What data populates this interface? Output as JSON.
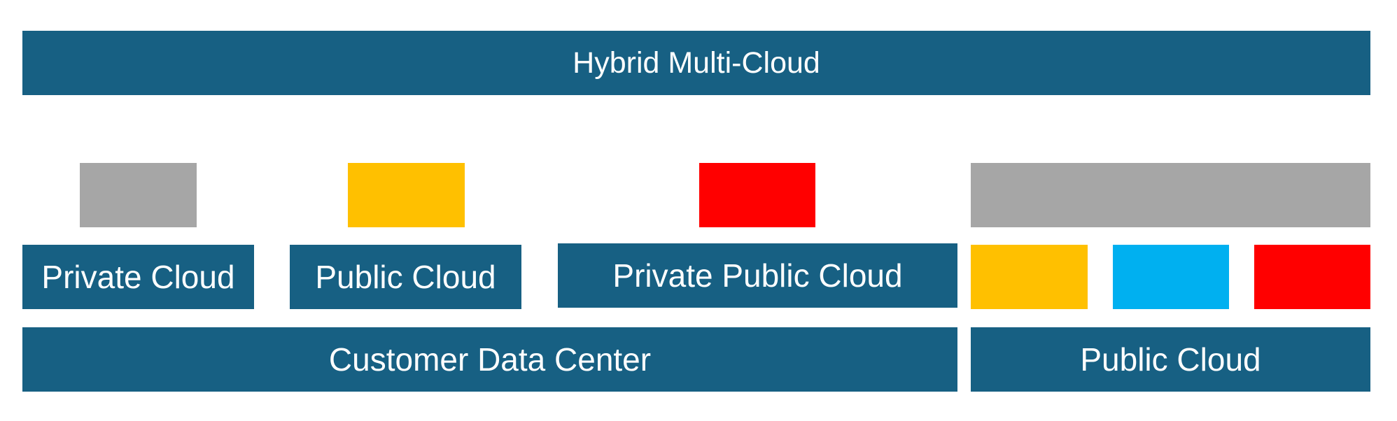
{
  "diagram": {
    "top_banner": "Hybrid Multi-Cloud",
    "customer_dc": {
      "label": "Customer Data Center",
      "private_cloud": "Private Cloud",
      "public_cloud": "Public Cloud",
      "private_public_cloud": "Private Public Cloud"
    },
    "public_cloud_group": {
      "label": "Public Cloud"
    },
    "colors": {
      "primary": "#176083",
      "gray": "#a6a6a6",
      "yellow": "#ffc000",
      "red": "#ff0000",
      "blue": "#00b0f0"
    }
  }
}
